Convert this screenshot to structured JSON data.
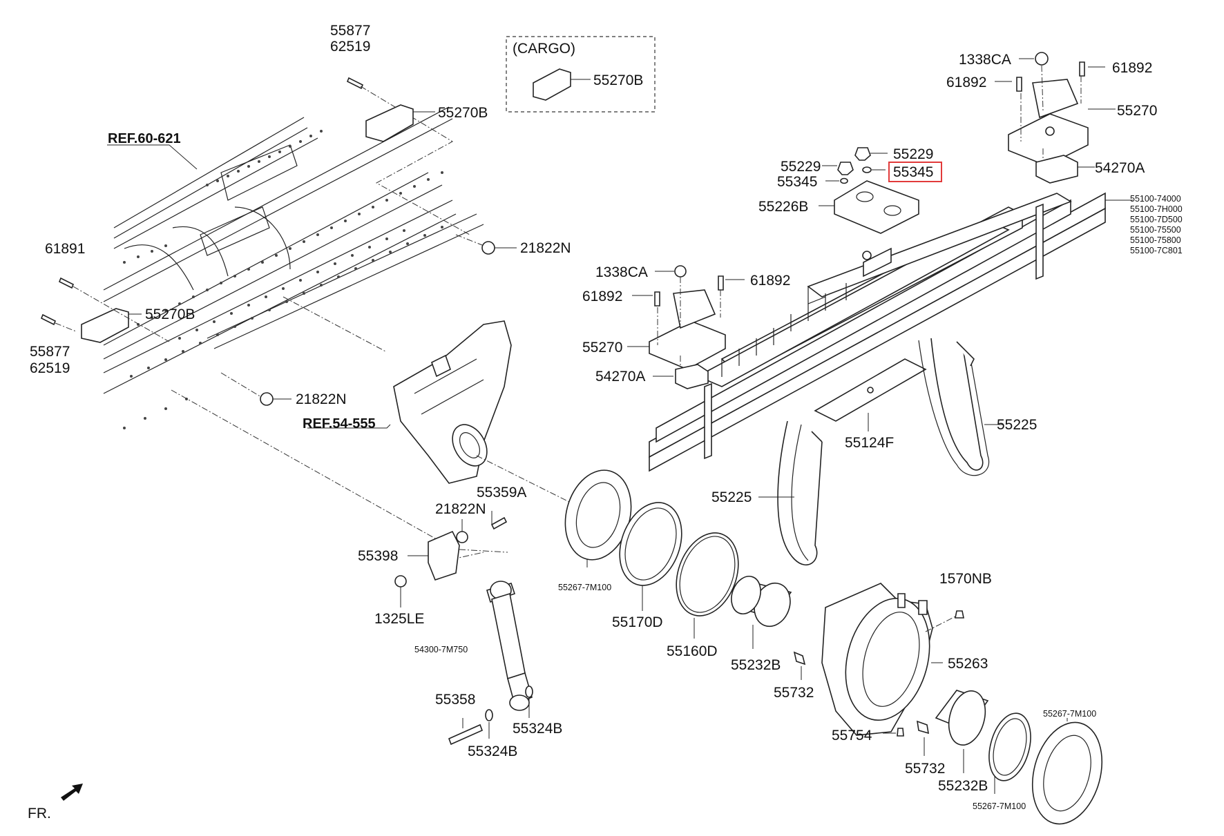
{
  "labels": {
    "l_55877_top": "55877",
    "l_62519_top": "62519",
    "cargo": "(CARGO)",
    "l_55270B_cargo": "55270B",
    "l_55270B_top": "55270B",
    "ref_frame": "REF.60-621",
    "l_61891": "61891",
    "l_55270B_left": "55270B",
    "l_55877_left": "55877",
    "l_62519_left": "62519",
    "l_21822N_a": "21822N",
    "l_21822N_b": "21822N",
    "ref_knuckle": "REF.54-555",
    "l_55359A": "55359A",
    "l_21822N_c": "21822N",
    "l_55398": "55398",
    "l_1325LE": "1325LE",
    "l_54300": "54300-7M750",
    "l_55358": "55358",
    "l_55324B_a": "55324B",
    "l_55324B_b": "55324B",
    "l_55267_a": "55267-7M100",
    "l_55170D": "55170D",
    "l_55160D": "55160D",
    "l_55232B_a": "55232B",
    "l_55225_a": "55225",
    "l_55225_b": "55225",
    "l_55124F": "55124F",
    "l_1338CA_top": "1338CA",
    "l_61892_top_r": "61892",
    "l_61892_top_l": "61892",
    "l_55270_top": "55270",
    "l_54270A_top": "54270A",
    "l_55229_r": "55229",
    "l_55229_l": "55229",
    "l_55345_hl": "55345",
    "l_55345": "55345",
    "l_55226B": "55226B",
    "l_1338CA_mid": "1338CA",
    "l_61892_mid_r": "61892",
    "l_61892_mid_l": "61892",
    "l_55270_mid": "55270",
    "l_54270A_mid": "54270A",
    "l_1570NB": "1570NB",
    "l_55263": "55263",
    "l_55732_a": "55732",
    "l_55754": "55754",
    "l_55732_b": "55732",
    "l_55232B_b": "55232B",
    "l_55267_b": "55267-7M100",
    "l_55267_c": "55267-7M100",
    "fr": "FR."
  },
  "spring_codes": [
    "55100-74000",
    "55100-7H000",
    "55100-7D500",
    "55100-75500",
    "55100-75800",
    "55100-7C801"
  ],
  "highlight_color": "#e23a3a"
}
